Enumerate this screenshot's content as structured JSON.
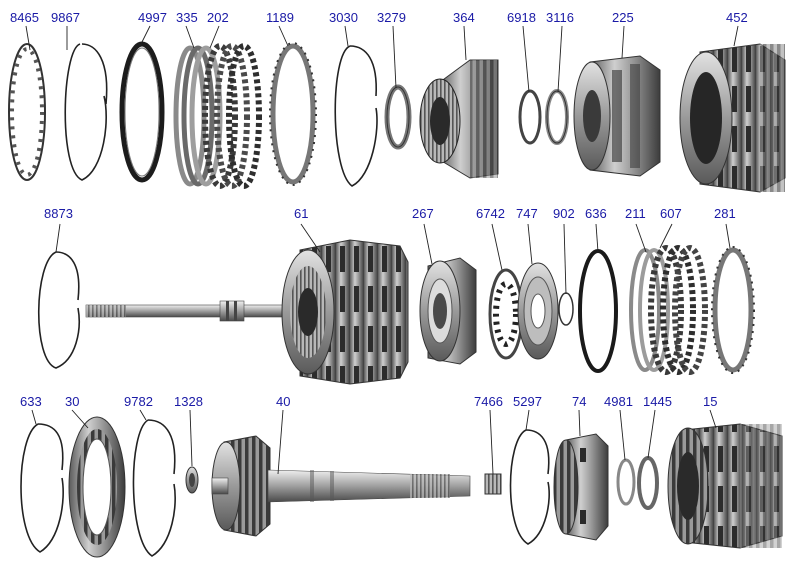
{
  "colors": {
    "label": "#1a1aa6",
    "background": "#ffffff",
    "metal_dark": "#3a3a3a",
    "metal_mid": "#8a8a8a",
    "metal_light": "#d0d0d0"
  },
  "parts": {
    "r1": [
      {
        "id": "8465",
        "label": "8465",
        "kind": "ring-toothed"
      },
      {
        "id": "9867",
        "label": "9867",
        "kind": "snap-ring"
      },
      {
        "id": "4997",
        "label": "4997",
        "kind": "ring-dark"
      },
      {
        "id": "335",
        "label": "335",
        "kind": "clutch-plates"
      },
      {
        "id": "202",
        "label": "202",
        "kind": "clutch-plates"
      },
      {
        "id": "1189",
        "label": "1189",
        "kind": "ring-toothed-outer"
      },
      {
        "id": "3030",
        "label": "3030",
        "kind": "snap-ring"
      },
      {
        "id": "3279",
        "label": "3279",
        "kind": "washer"
      },
      {
        "id": "364",
        "label": "364",
        "kind": "drum"
      },
      {
        "id": "6918",
        "label": "6918",
        "kind": "washer-small"
      },
      {
        "id": "3116",
        "label": "3116",
        "kind": "washer-small"
      },
      {
        "id": "225",
        "label": "225",
        "kind": "planetary"
      },
      {
        "id": "452",
        "label": "452",
        "kind": "housing"
      }
    ],
    "r2": [
      {
        "id": "8873",
        "label": "8873",
        "kind": "snap-ring"
      },
      {
        "id": "61",
        "label": "61",
        "kind": "shaft-drum"
      },
      {
        "id": "267",
        "label": "267",
        "kind": "piston"
      },
      {
        "id": "6742",
        "label": "6742",
        "kind": "spring-retainer"
      },
      {
        "id": "747",
        "label": "747",
        "kind": "seal-plate"
      },
      {
        "id": "902",
        "label": "902",
        "kind": "o-ring"
      },
      {
        "id": "636",
        "label": "636",
        "kind": "ring-dark"
      },
      {
        "id": "211",
        "label": "211",
        "kind": "clutch-plates"
      },
      {
        "id": "607",
        "label": "607",
        "kind": "clutch-plates"
      },
      {
        "id": "281",
        "label": "281",
        "kind": "ring-toothed-outer"
      }
    ],
    "r3": [
      {
        "id": "633",
        "label": "633",
        "kind": "snap-ring"
      },
      {
        "id": "30",
        "label": "30",
        "kind": "ring-gear"
      },
      {
        "id": "9782",
        "label": "9782",
        "kind": "snap-ring"
      },
      {
        "id": "1328",
        "label": "1328",
        "kind": "bearing"
      },
      {
        "id": "40",
        "label": "40",
        "kind": "output-shaft"
      },
      {
        "id": "7466",
        "label": "7466",
        "kind": "bearing"
      },
      {
        "id": "5297",
        "label": "5297",
        "kind": "snap-ring"
      },
      {
        "id": "74",
        "label": "74",
        "kind": "sleeve"
      },
      {
        "id": "4981",
        "label": "4981",
        "kind": "washer-small"
      },
      {
        "id": "1445",
        "label": "1445",
        "kind": "washer-small"
      },
      {
        "id": "15",
        "label": "15",
        "kind": "sun-gear-drum"
      }
    ]
  }
}
